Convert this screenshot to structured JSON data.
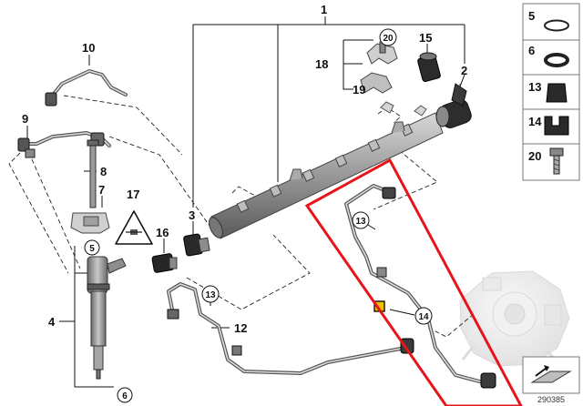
{
  "callouts": [
    {
      "id": "1",
      "text": "1",
      "circled": false
    },
    {
      "id": "2",
      "text": "2",
      "circled": false
    },
    {
      "id": "3",
      "text": "3",
      "circled": false
    },
    {
      "id": "4",
      "text": "4",
      "circled": false
    },
    {
      "id": "5",
      "text": "5",
      "circled": true
    },
    {
      "id": "6",
      "text": "6",
      "circled": true
    },
    {
      "id": "7",
      "text": "7",
      "circled": false
    },
    {
      "id": "8",
      "text": "8",
      "circled": false
    },
    {
      "id": "9",
      "text": "9",
      "circled": false
    },
    {
      "id": "10",
      "text": "10",
      "circled": false
    },
    {
      "id": "12",
      "text": "12",
      "circled": false
    },
    {
      "id": "13a",
      "text": "13",
      "circled": true
    },
    {
      "id": "13b",
      "text": "13",
      "circled": true
    },
    {
      "id": "14",
      "text": "14",
      "circled": true
    },
    {
      "id": "15",
      "text": "15",
      "circled": false
    },
    {
      "id": "16",
      "text": "16",
      "circled": false
    },
    {
      "id": "17",
      "text": "17",
      "circled": false
    },
    {
      "id": "18",
      "text": "18",
      "circled": false
    },
    {
      "id": "19",
      "text": "19",
      "circled": false
    },
    {
      "id": "20",
      "text": "20",
      "circled": true
    }
  ],
  "legend": [
    {
      "label": "5",
      "icon": "o-ring-thin-icon"
    },
    {
      "label": "6",
      "icon": "o-ring-thick-icon"
    },
    {
      "label": "13",
      "icon": "rubber-grommet-icon"
    },
    {
      "label": "14",
      "icon": "rubber-clamp-icon"
    },
    {
      "label": "20",
      "icon": "screw-icon"
    }
  ],
  "diagram_number": "290385",
  "colors": {
    "highlight": "#e8141b",
    "marker": "#e8a000",
    "part_dark": "#2b2b2b",
    "part_grey": "#9a9a9a"
  }
}
